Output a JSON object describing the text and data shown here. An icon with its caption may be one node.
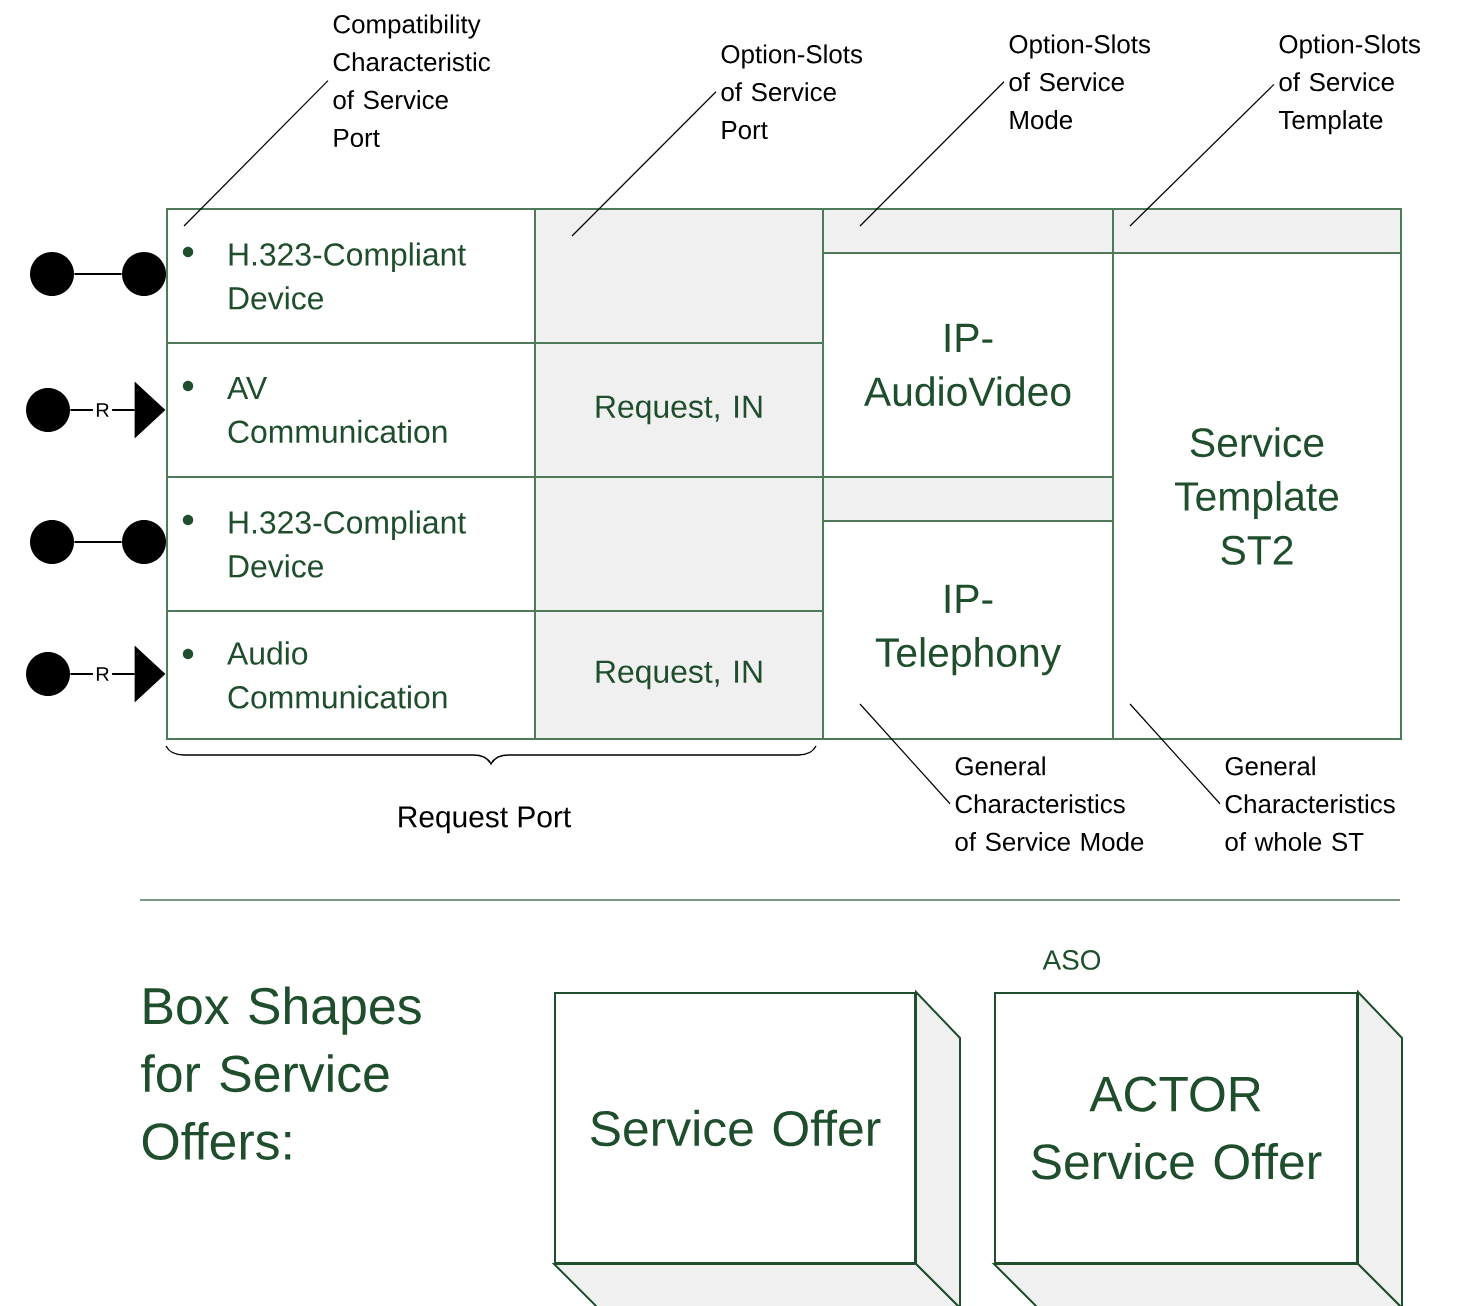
{
  "diagram": {
    "nodes": [
      {
        "text": [
          "Compatibility Characteristic of Service Port"
        ]
      },
      {
        "text": [
          "Option-Slots of Service Port"
        ]
      },
      {
        "text": [
          "Option-Slots of Service Mode"
        ]
      },
      {
        "text": [
          "Option-Slots of Service Template"
        ]
      },
      {
        "text": [
          "H.323-Compliant Device"
        ]
      },
      {
        "text": [],
        "shape": "box"
      },
      {
        "text": [],
        "shape": "box"
      },
      {
        "text": [],
        "shape": "box"
      },
      {
        "text": [
          "IP- AudioVideo"
        ]
      },
      {
        "text": [
          "Service Template ST2"
        ]
      },
      {
        "text": [
          "AV Communication"
        ]
      },
      {
        "text": [
          "Request, IN"
        ]
      },
      {
        "text": [
          "H.323-Compliant Device"
        ]
      },
      {
        "text": [],
        "shape": "box"
      },
      {
        "text": [],
        "shape": "box"
      },
      {
        "text": [
          "IP- Telephony"
        ]
      },
      {
        "text": [
          "Audio Communication"
        ]
      },
      {
        "text": [
          "Request, IN"
        ]
      },
      {
        "text": [
          "General Characteristics of Service Mode"
        ]
      },
      {
        "text": [
          "General Characteristics of whole ST"
        ]
      },
      {
        "text": [
          "Service Offer"
        ]
      },
      {
        "text": [
          "ACTOR Service Offer"
        ],
        "beside": [
          "ASO"
        ]
      },
      {
        "text": [],
        "shape": "circle"
      },
      {
        "text": [],
        "shape": "circle"
      },
      {
        "text": [],
        "shape": "circle"
      },
      {
        "text": [],
        "shape": "triangle"
      },
      {
        "text": [],
        "shape": "circle"
      },
      {
        "text": [],
        "shape": "circle"
      },
      {
        "text": [],
        "shape": "circle"
      },
      {
        "text": [],
        "shape": "triangle"
      }
    ],
    "edges": [
      {
        "from": 0,
        "to": 4,
        "arrow": "none"
      },
      {
        "from": 1,
        "to": 5,
        "arrow": "none"
      },
      {
        "from": 2,
        "to": 6,
        "arrow": "none"
      },
      {
        "from": 3,
        "to": 7,
        "arrow": "none"
      },
      {
        "from": 18,
        "to": 15,
        "arrow": "none"
      },
      {
        "from": 19,
        "to": 9,
        "arrow": "none"
      },
      {
        "from": 22,
        "to": 23,
        "arrow": "none"
      },
      {
        "from": 24,
        "to": 25,
        "arrow": "none",
        "label": "R"
      },
      {
        "from": 26,
        "to": 27,
        "arrow": "none"
      },
      {
        "from": 28,
        "to": 29,
        "arrow": "none",
        "label": "R"
      }
    ],
    "labels": [
      "Request Port",
      "Box Shapes for Service Offers:"
    ]
  }
}
